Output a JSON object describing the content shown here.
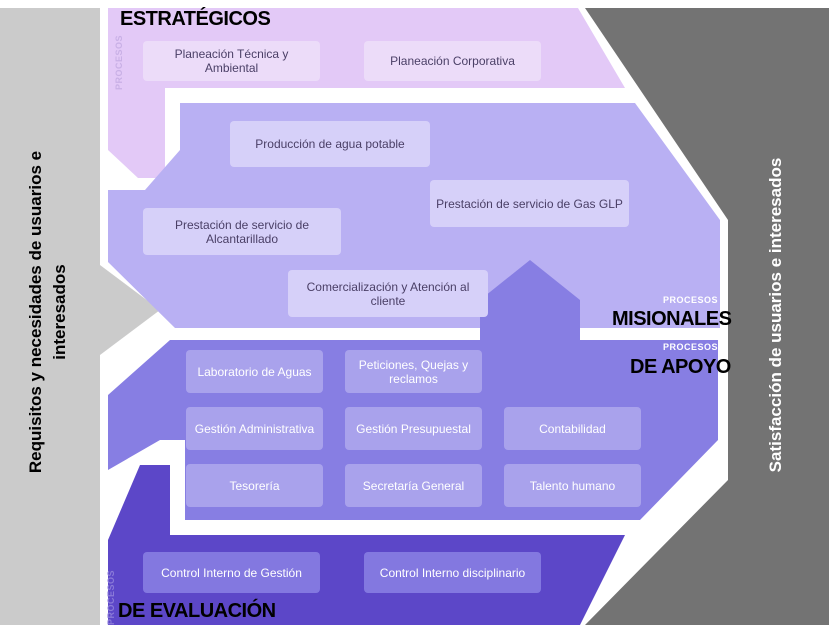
{
  "side_labels": {
    "left_line1": "Requisitos y necesidades de usuarios e",
    "left_line2": "interesados",
    "right": "Satisfacción de usuarios e interesados"
  },
  "estrategicos": {
    "section_tag": "PROCESOS",
    "title": "ESTRATÉGICOS",
    "items": [
      "Planeación Técnica y Ambiental",
      "Planeación Corporativa"
    ]
  },
  "misionales": {
    "section_tag": "PROCESOS",
    "title": "MISIONALES",
    "items": [
      "Producción de agua potable",
      "Prestación de servicio de Gas GLP",
      "Prestación de servicio de Alcantarillado",
      "Comercialización y Atención al cliente"
    ]
  },
  "apoyo": {
    "section_tag": "PROCESOS",
    "title": "DE APOYO",
    "items": [
      "Laboratorio de Aguas",
      "Peticiones, Quejas y reclamos",
      "Gestión Administrativa",
      "Gestión Presupuestal",
      "Contabilidad",
      "Tesorería",
      "Secretaría General",
      "Talento humano"
    ]
  },
  "evaluacion": {
    "section_tag": "PROCESOS",
    "title": "DE EVALUACIÓN",
    "items": [
      "Control Interno de Gestión",
      "Control Interno disciplinario"
    ]
  },
  "colors": {
    "left_panel": "#cbcbcb",
    "right_panel": "#737373",
    "estrategicos": "#e3c9f7",
    "misionales": "#b9b0f3",
    "apoyo": "#877ee3",
    "evaluacion": "#5c47c8"
  }
}
